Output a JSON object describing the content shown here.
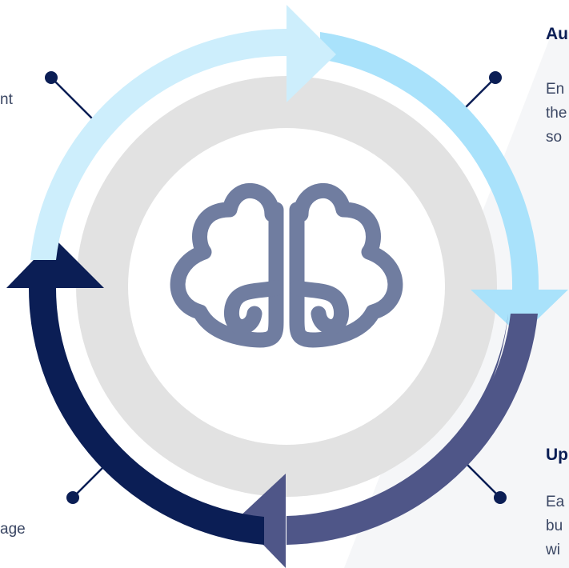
{
  "colors": {
    "arrow_top_left": "#cdeefc",
    "arrow_top_right": "#a9e2fb",
    "arrow_bottom_right": "#4f5688",
    "arrow_bottom_left": "#0b1e55",
    "ring_gray": "#e2e2e2",
    "center": "#ffffff",
    "brain": "#707da0",
    "connector": "#0b1e55",
    "right_panel": "#f5f6f8"
  },
  "center_icon": "brain-icon",
  "left_top_fragment": "nt",
  "left_bottom_fragment": "age",
  "block_top_right": {
    "title": "Au",
    "lines": [
      "En",
      "the",
      "so"
    ]
  },
  "block_bottom_right": {
    "title": "Up",
    "lines": [
      "Ea",
      "bu",
      "wi"
    ]
  }
}
